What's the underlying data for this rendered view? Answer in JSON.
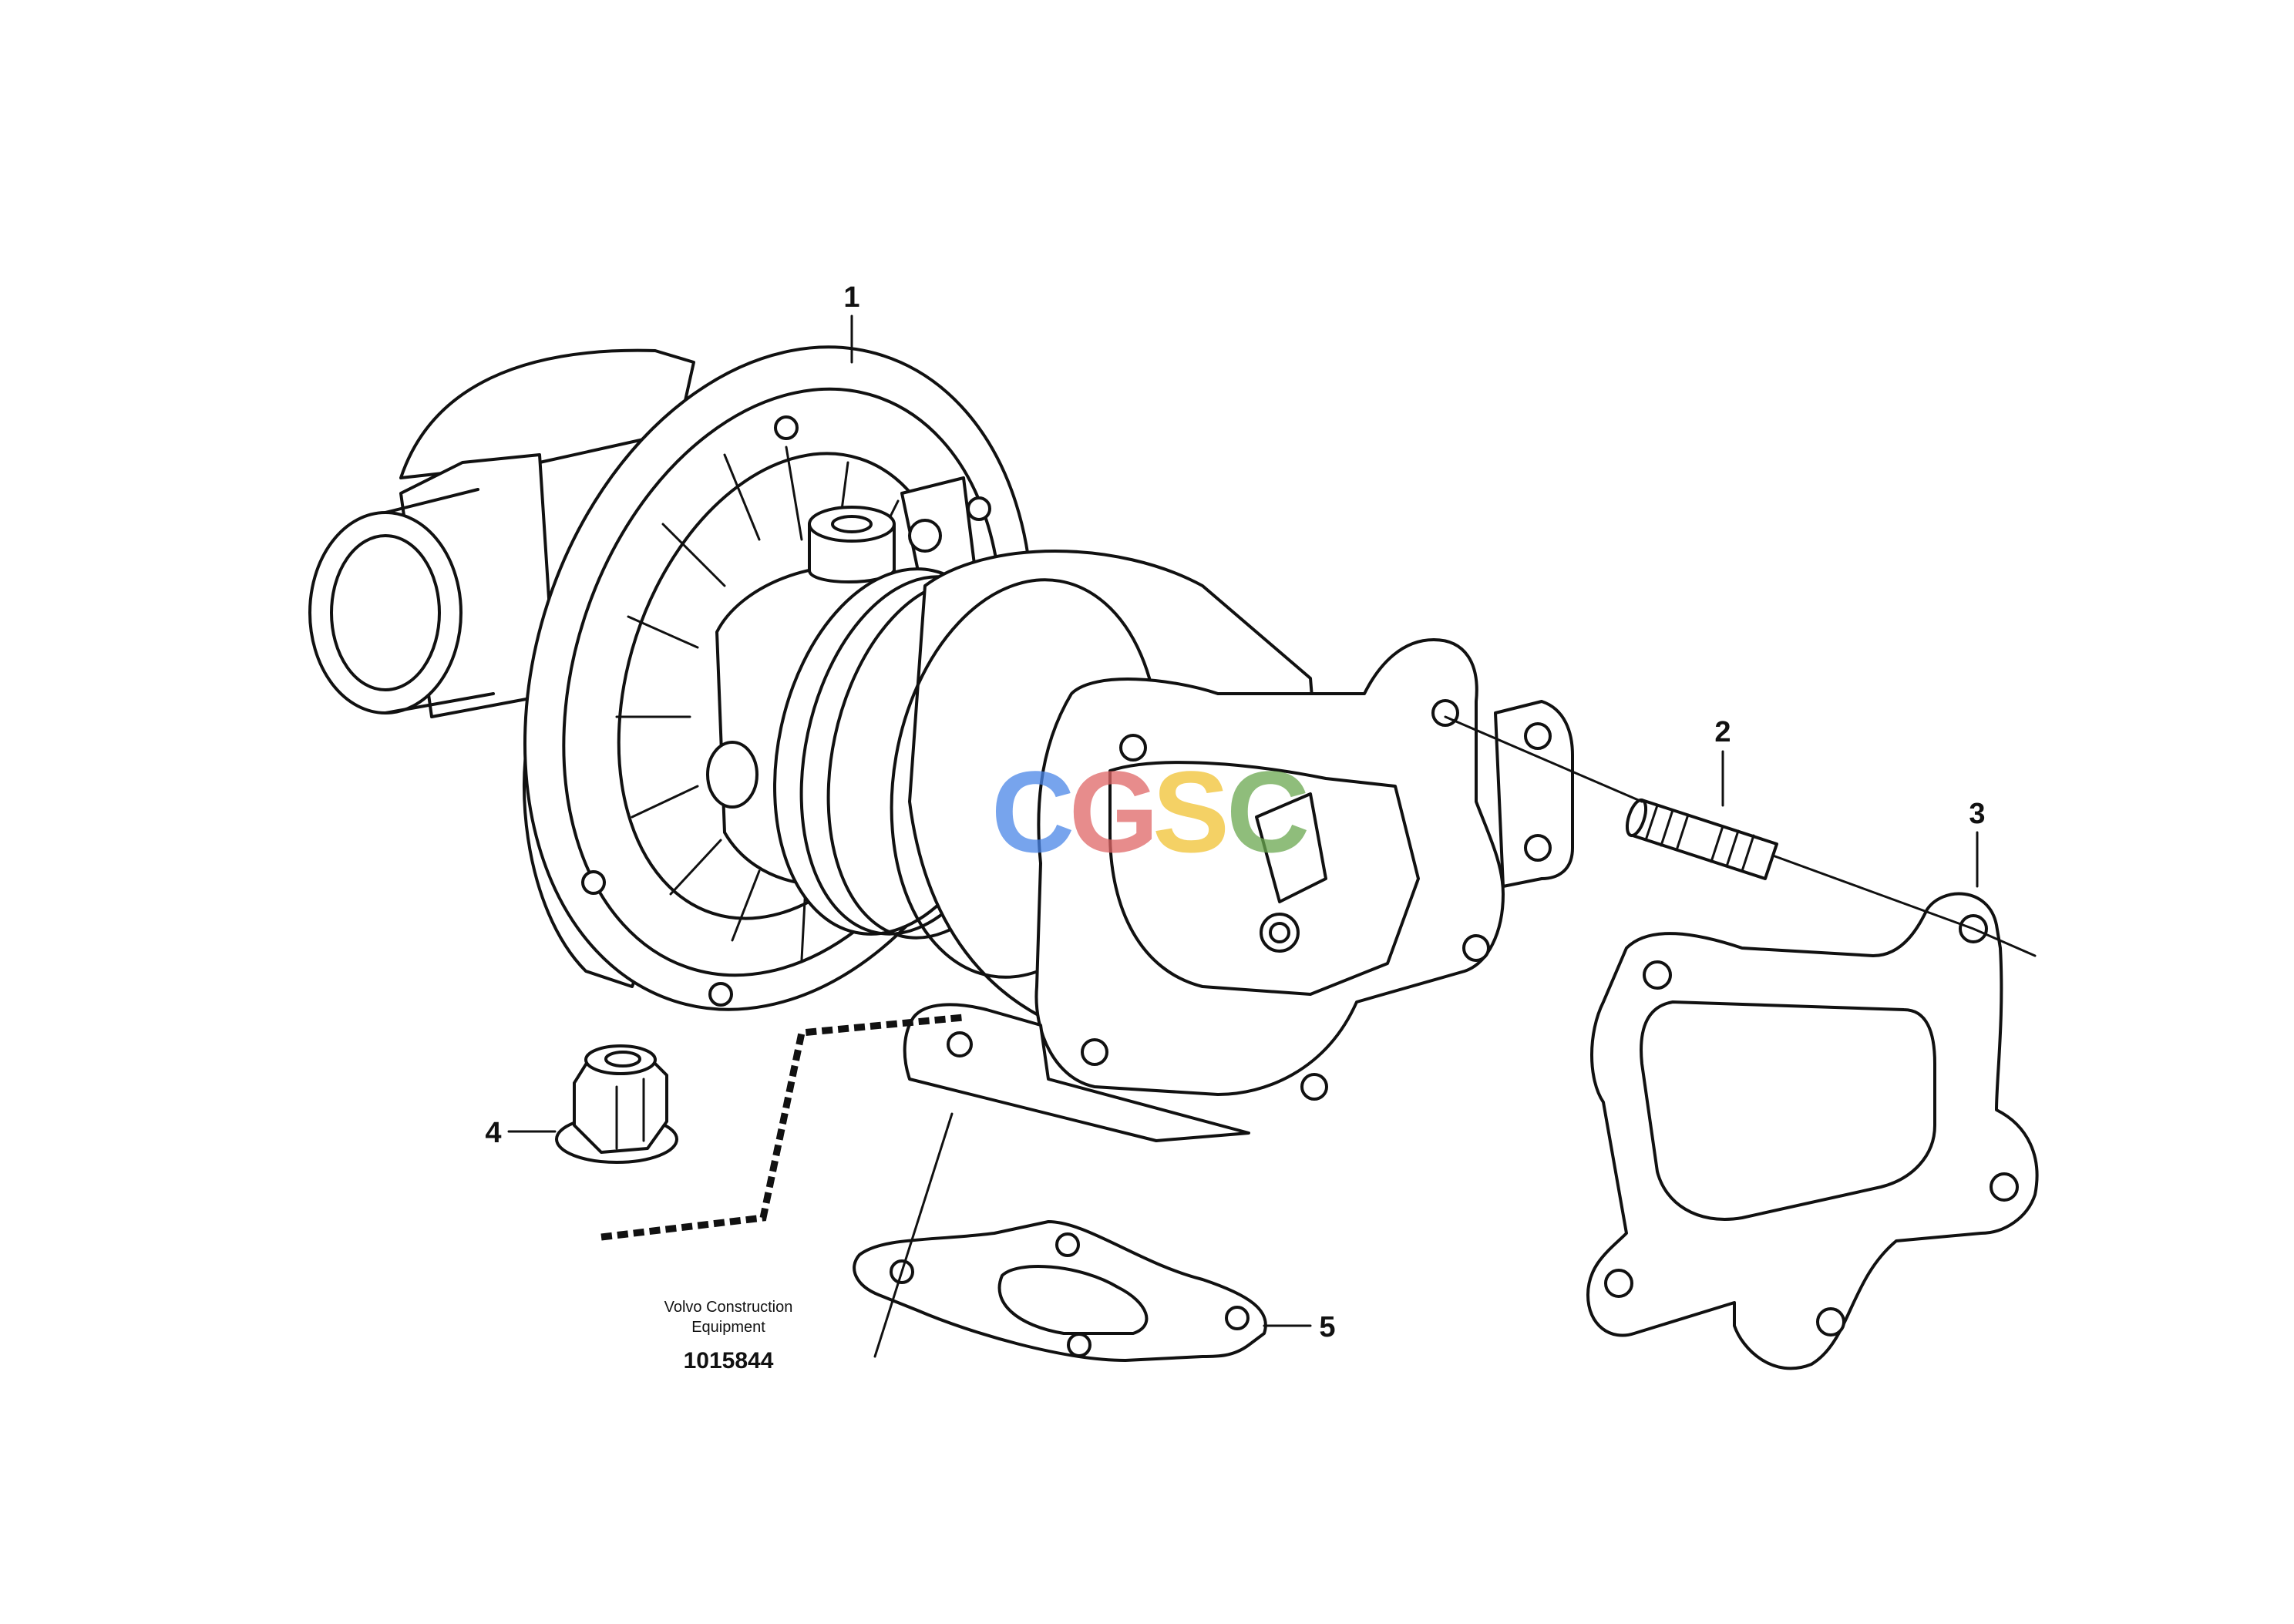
{
  "callouts": {
    "part1": "1",
    "part2": "2",
    "part3": "3",
    "part4": "4",
    "part5": "5"
  },
  "caption": {
    "line1": "Volvo Construction",
    "line2": "Equipment",
    "number": "1015844"
  },
  "watermark": {
    "letters": [
      "C",
      "G",
      "S",
      "C"
    ],
    "colors": [
      "#4a86e8",
      "#e06666",
      "#f1c232",
      "#6aa84f"
    ]
  },
  "colors": {
    "line": "#111111",
    "background": "#ffffff"
  }
}
